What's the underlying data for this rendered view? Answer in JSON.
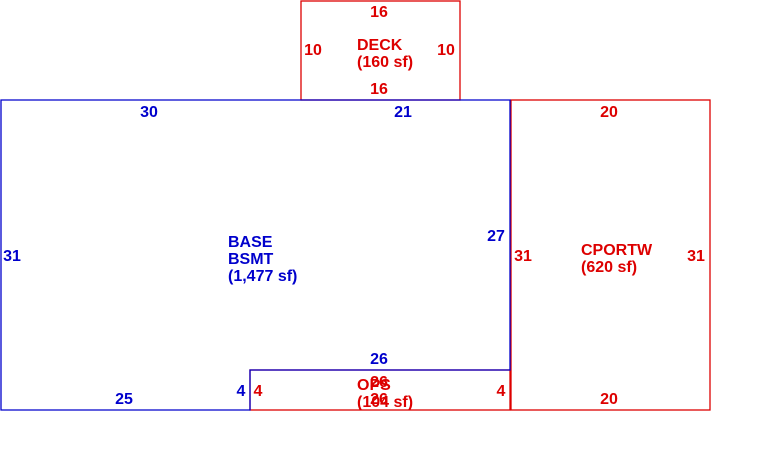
{
  "colors": {
    "base": "#0000cc",
    "addition": "#dd0000",
    "background": "#ffffff"
  },
  "areas": {
    "deck": {
      "name": "DECK",
      "area": "(160 sf)",
      "dims": {
        "top": "16",
        "left": "10",
        "right": "10",
        "bottom": "16"
      }
    },
    "base": {
      "name": "BASE",
      "name2": "BSMT",
      "area": "(1,477 sf)",
      "dims": {
        "top_left": "30",
        "top_right": "21",
        "left": "31",
        "right": "27",
        "inner_top": "26",
        "inner_left": "4",
        "bottom": "25"
      }
    },
    "carport": {
      "name": "CPORTW",
      "area": "(620 sf)",
      "dims": {
        "top": "20",
        "left": "31",
        "right": "31",
        "bottom": "20"
      }
    },
    "porch": {
      "name": "OPS",
      "area": "(104 sf)",
      "dims": {
        "top": "26",
        "bottom": "26",
        "left": "4",
        "right": "4"
      }
    }
  }
}
